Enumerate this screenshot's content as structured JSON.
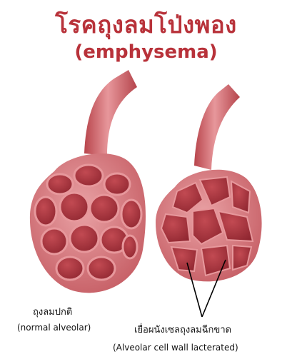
{
  "title_thai": "โรคถุงลมโป่งพอง",
  "title_english": "(emphysema)",
  "labels": {
    "normal_thai": "ถุงลมปกติ",
    "normal_english": "(normal alveolar)",
    "damaged_thai": "เยื่อผนังเซลถุงลมฉีกขาด",
    "damaged_english": "(Alveolar cell wall lacterated)"
  },
  "colors": {
    "title": "#b8323a",
    "tissue_outer": "#d9777d",
    "tissue_cell": "#a8323c",
    "tissue_wall": "#e7989c",
    "pointer": "#000000"
  }
}
